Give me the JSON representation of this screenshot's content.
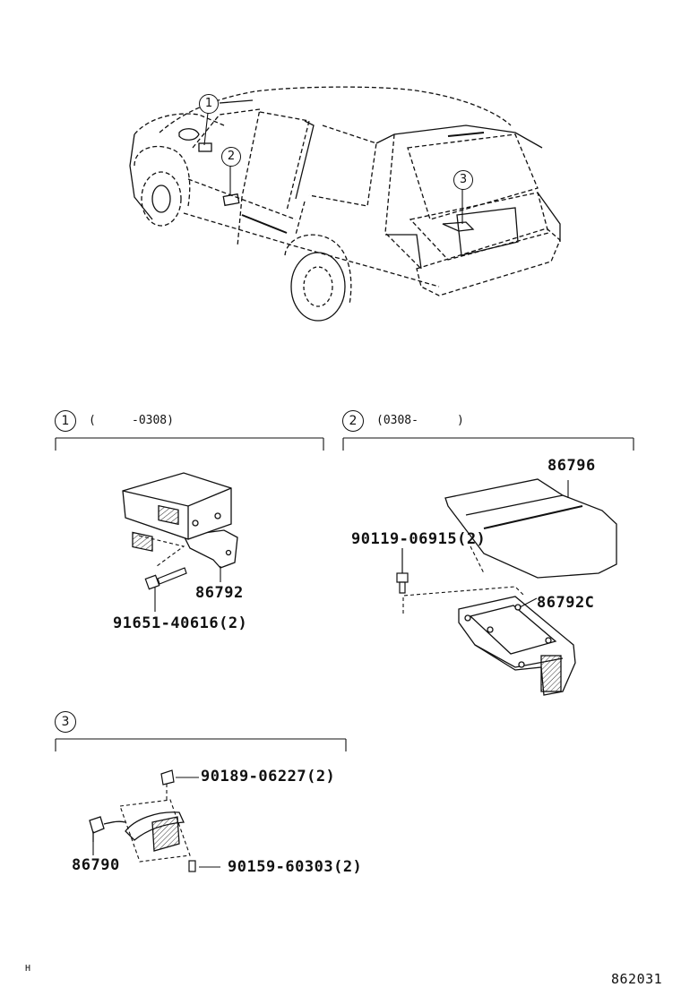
{
  "callouts": {
    "c1": "1",
    "c2": "2",
    "c3": "3"
  },
  "sections": [
    {
      "marker": "1",
      "range_open": "(",
      "range_to": "-0308)"
    },
    {
      "marker": "2",
      "range_from": "(0308-",
      "range_close": ")"
    },
    {
      "marker": "3"
    }
  ],
  "parts": {
    "p86796": "86796",
    "p90119": "90119-06915(2)",
    "p86792c": "86792C",
    "p86792": "86792",
    "p91651": "91651-40616(2)",
    "p90189": "90189-06227(2)",
    "p86790": "86790",
    "p90159": "90159-60303(2)"
  },
  "footer": {
    "left_mark": "H",
    "diagram_no": "862031"
  }
}
